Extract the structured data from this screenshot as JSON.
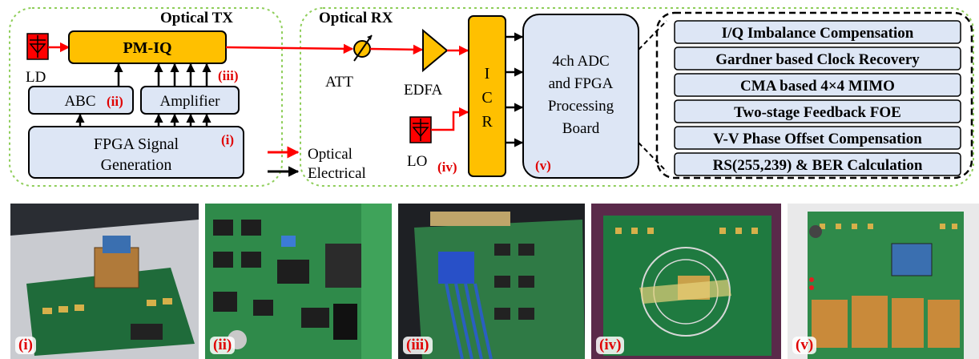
{
  "diagram": {
    "tx": {
      "group_label": "Optical TX",
      "pm_iq": "PM-IQ",
      "ld": "LD",
      "abc": "ABC",
      "abc_tag": "(ii)",
      "amplifier": "Amplifier",
      "amplifier_tag": "(iii)",
      "fpga_line1": "FPGA Signal",
      "fpga_line2": "Generation",
      "fpga_tag": "(i)"
    },
    "rx": {
      "group_label": "Optical RX",
      "att": "ATT",
      "edfa": "EDFA",
      "icr": [
        "I",
        "C",
        "R"
      ],
      "lo": "LO",
      "lo_tag": "(iv)",
      "board_lines": [
        "4ch ADC",
        "and FPGA",
        "Processing",
        "Board"
      ],
      "board_tag": "(v)"
    },
    "legend": {
      "optical": "Optical",
      "electrical": "Electrical"
    },
    "dsp_blocks": [
      "I/Q Imbalance Compensation",
      "Gardner based Clock Recovery",
      "CMA based 4×4 MIMO",
      "Two-stage Feedback FOE",
      "V-V Phase Offset Compensation",
      "RS(255,239) & BER Calculation"
    ],
    "colors": {
      "optical": "#ff0000",
      "electrical": "#000000",
      "block_fill": "#dde6f5",
      "yellow": "#ffc000",
      "tag_red": "#e00000",
      "group_border": "#8fce5a"
    }
  },
  "photos": [
    "(i)",
    "(ii)",
    "(iii)",
    "(iv)",
    "(v)"
  ]
}
